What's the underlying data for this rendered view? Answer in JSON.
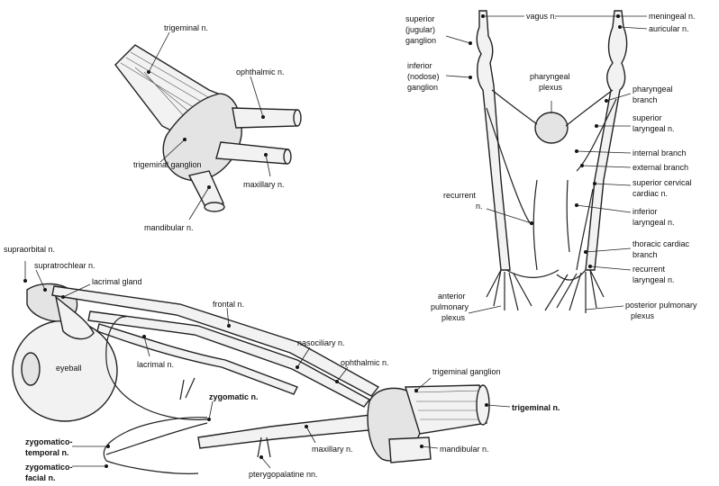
{
  "panel_top_left": {
    "labels": {
      "trigeminal": "trigeminal n.",
      "ophthalmic": "ophthalmic n.",
      "trigeminal_ganglion": "trigeminal ganglion",
      "maxillary": "maxillary n.",
      "mandibular": "mandibular n."
    }
  },
  "panel_right": {
    "labels": {
      "vagus": "vagus n.",
      "meningeal": "meningeal n.",
      "auricular": "auricular n.",
      "superior_ganglion": "superior (jugular) ganglion",
      "inferior_ganglion": "inferior (nodose) ganglion",
      "pharyngeal_plexus": "pharyngeal plexus",
      "pharyngeal_branch": "pharyngeal branch",
      "superior_laryngeal": "superior laryngeal n.",
      "internal_branch": "internal branch",
      "external_branch": "external branch",
      "superior_cervical_cardiac": "superior cervical cardiac n.",
      "recurrent_left": "recurrent n.",
      "inferior_laryngeal": "inferior laryngeal n.",
      "thoracic_cardiac": "thoracic cardiac branch",
      "recurrent_laryngeal": "recurrent laryngeal n.",
      "anterior_pulmonary": "anterior pulmonary plexus",
      "posterior_pulmonary": "posterior pulmonary plexus"
    }
  },
  "panel_bottom": {
    "labels": {
      "supraorbital": "supraorbital n.",
      "supratrochlear": "supratrochlear n.",
      "lacrimal_gland": "lacrimal gland",
      "frontal": "frontal n.",
      "nasociliary": "nasociliary n.",
      "ophthalmic": "ophthalmic n.",
      "eyeball": "eyeball",
      "lacrimal": "lacrimal n.",
      "trigeminal_ganglion": "trigeminal ganglion",
      "trigeminal": "trigeminal n.",
      "zygomatic": "zygomatic n.",
      "zygomaticotemporal": "zygomatico- temporal n.",
      "zygomaticofacial": "zygomatico- facial n.",
      "maxillary": "maxillary n.",
      "mandibular": "mandibular n.",
      "pterygopalatine": "pterygopalatine nn."
    }
  }
}
